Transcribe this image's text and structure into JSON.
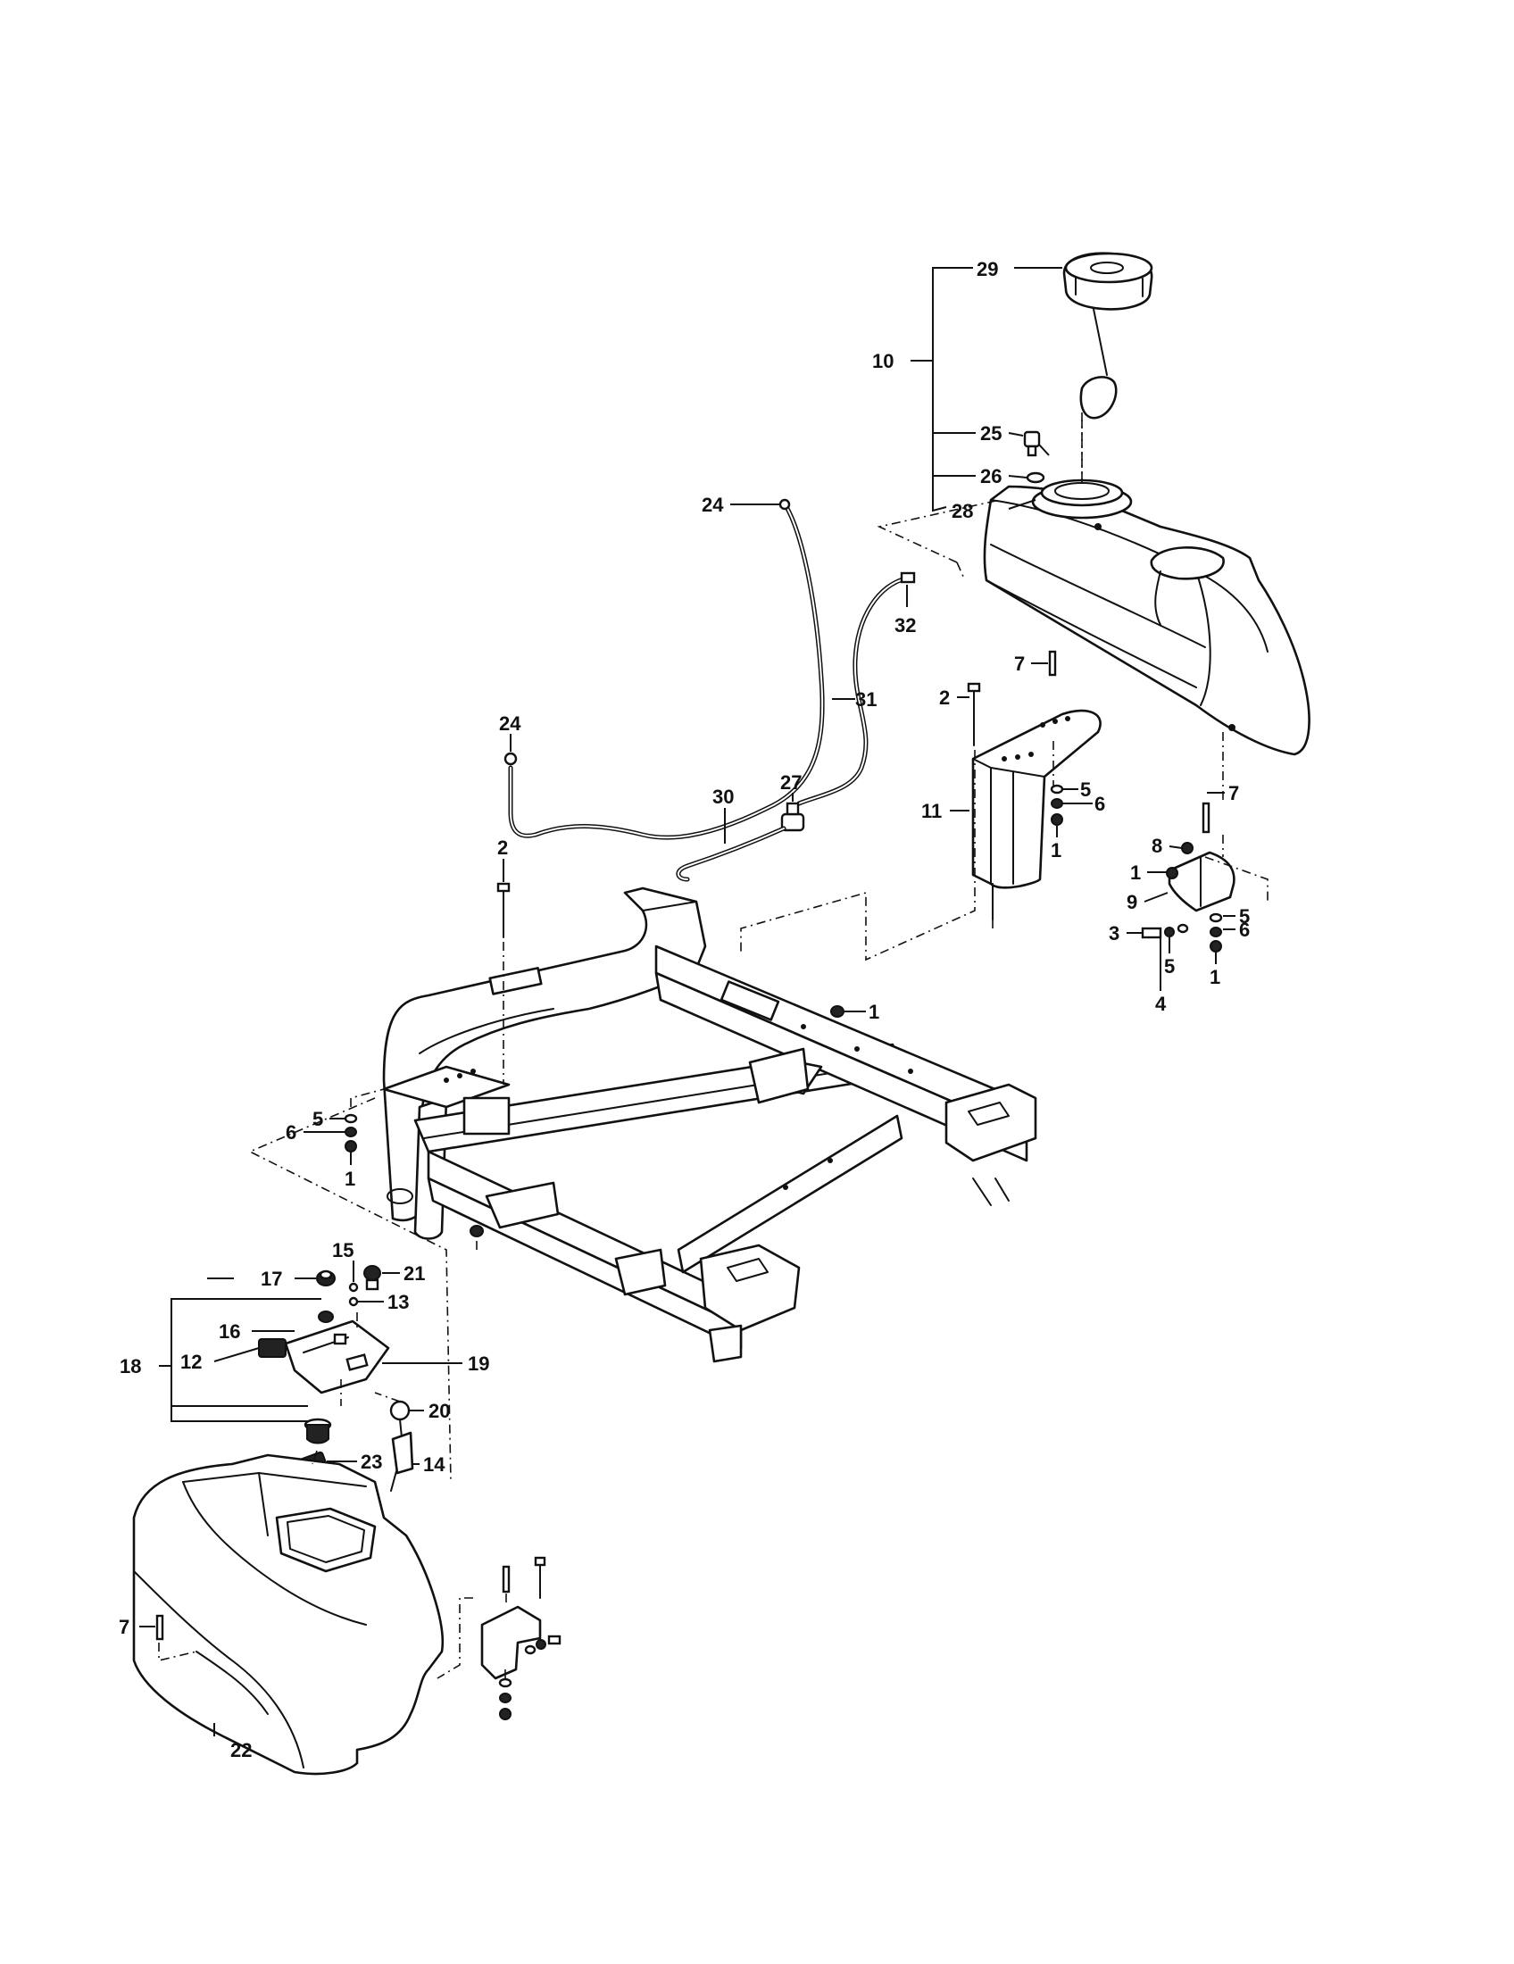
{
  "callouts": [
    {
      "id": "c29",
      "label": "29"
    },
    {
      "id": "c10",
      "label": "10"
    },
    {
      "id": "c25",
      "label": "25"
    },
    {
      "id": "c26",
      "label": "26"
    },
    {
      "id": "c28",
      "label": "28"
    },
    {
      "id": "c24a",
      "label": "24"
    },
    {
      "id": "c32",
      "label": "32"
    },
    {
      "id": "c7a",
      "label": "7"
    },
    {
      "id": "c2a",
      "label": "2"
    },
    {
      "id": "c31",
      "label": "31"
    },
    {
      "id": "c24b",
      "label": "24"
    },
    {
      "id": "c27",
      "label": "27"
    },
    {
      "id": "c5a",
      "label": "5"
    },
    {
      "id": "c6a",
      "label": "6"
    },
    {
      "id": "c11",
      "label": "11"
    },
    {
      "id": "c7b",
      "label": "7"
    },
    {
      "id": "c1a",
      "label": "1"
    },
    {
      "id": "c8",
      "label": "8"
    },
    {
      "id": "c30",
      "label": "30"
    },
    {
      "id": "c2b",
      "label": "2"
    },
    {
      "id": "c1b",
      "label": "1"
    },
    {
      "id": "c9",
      "label": "9"
    },
    {
      "id": "c5b",
      "label": "5"
    },
    {
      "id": "c3",
      "label": "3"
    },
    {
      "id": "c6b",
      "label": "6"
    },
    {
      "id": "c5c",
      "label": "5"
    },
    {
      "id": "c1c",
      "label": "1"
    },
    {
      "id": "c4",
      "label": "4"
    },
    {
      "id": "c1d",
      "label": "1"
    },
    {
      "id": "c5d",
      "label": "5"
    },
    {
      "id": "c6c",
      "label": "6"
    },
    {
      "id": "c1e",
      "label": "1"
    },
    {
      "id": "c17",
      "label": "17"
    },
    {
      "id": "c15",
      "label": "15"
    },
    {
      "id": "c21",
      "label": "21"
    },
    {
      "id": "c13",
      "label": "13"
    },
    {
      "id": "c18",
      "label": "18"
    },
    {
      "id": "c16",
      "label": "16"
    },
    {
      "id": "c12",
      "label": "12"
    },
    {
      "id": "c19",
      "label": "19"
    },
    {
      "id": "c20",
      "label": "20"
    },
    {
      "id": "c23",
      "label": "23"
    },
    {
      "id": "c14",
      "label": "14"
    },
    {
      "id": "c7c",
      "label": "7"
    },
    {
      "id": "c22",
      "label": "22"
    }
  ]
}
